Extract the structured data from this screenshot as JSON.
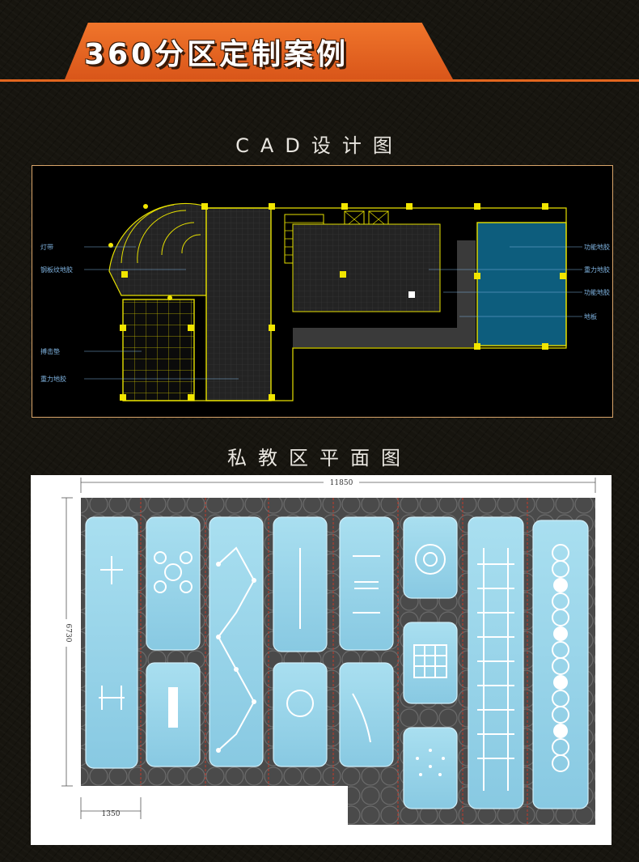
{
  "header": {
    "title": "360分区定制案例",
    "accent_color": "#e2661f"
  },
  "cad_section": {
    "title": "CAD设计图",
    "labels_left": [
      "灯带",
      "钢板纹地胶",
      "搏击垫",
      "重力地胶"
    ],
    "labels_right": [
      "功能地胶",
      "重力地胶",
      "功能地胶",
      "地板"
    ]
  },
  "plan_section": {
    "title": "私教区平面图",
    "dim_width": "11850",
    "dim_height": "6730",
    "dim_gap": "1350"
  }
}
